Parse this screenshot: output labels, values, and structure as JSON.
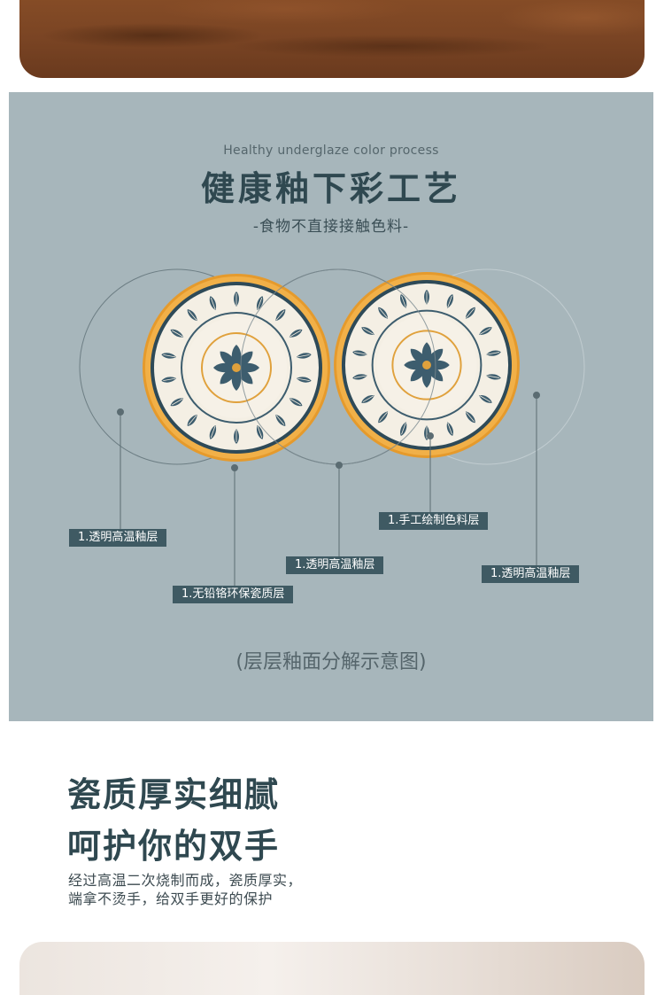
{
  "section": {
    "en_subtitle": "Healthy underglaze color process",
    "title": "健康釉下彩工艺",
    "subtitle": "-食物不直接接触色料-",
    "caption": "(层层釉面分解示意图)",
    "labels": [
      "1.透明高温釉层",
      "1.无铅铬环保瓷质层",
      "1.透明高温釉层",
      "1.手工绘制色料层",
      "1.透明高温釉层"
    ]
  },
  "feature": {
    "heading_line1": "瓷质厚实细腻",
    "heading_line2": "呵护你的双手",
    "body_line1": "经过高温二次烧制而成，瓷质厚实，",
    "body_line2": "端拿不烫手，给双手更好的保护"
  },
  "colors": {
    "panel_bg": "#a7b6bb",
    "title": "#2f4850",
    "tag_bg": "#3f5a63",
    "plate_rim": "#e5a33a",
    "plate_pattern": "#3d5d6e"
  },
  "icons": [
    "flower-pattern-icon",
    "leaf-pattern-icon"
  ]
}
